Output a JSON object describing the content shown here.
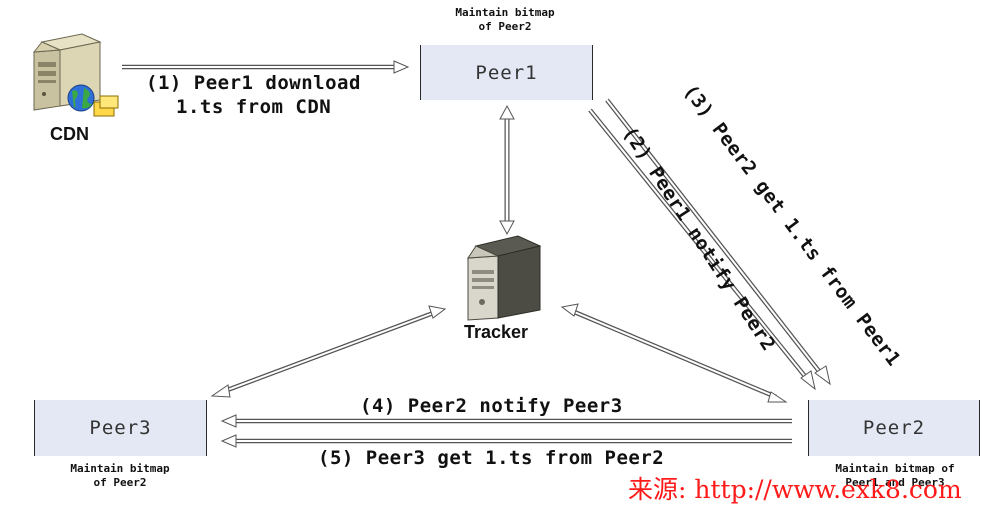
{
  "cdn": {
    "label": "CDN"
  },
  "tracker": {
    "label": "Tracker"
  },
  "peer1": {
    "label": "Peer1",
    "note_line1": "Maintain bitmap",
    "note_line2": "of Peer2"
  },
  "peer2": {
    "label": "Peer2",
    "note_line1": "Maintain bitmap of",
    "note_line2": "Peer1 and Peer3"
  },
  "peer3": {
    "label": "Peer3",
    "note_line1": "Maintain bitmap",
    "note_line2": "of Peer2"
  },
  "steps": {
    "s1_line1": "(1) Peer1 download",
    "s1_line2": "1.ts from CDN",
    "s2": "(2) Peer1 notify Peer2",
    "s3": "(3) Peer2 get 1.ts from Peer1",
    "s4": "(4) Peer2 notify Peer3",
    "s5": "(5) Peer3 get 1.ts from Peer2"
  },
  "watermark": {
    "text": "来源: http://www.exk8.com"
  },
  "colors": {
    "node_fill": "#e3e8f4",
    "arrow_fill": "#ffffff",
    "arrow_stroke": "#555555",
    "watermark": "#ff1a1a"
  },
  "icons": {
    "cdn": "server-globe-icon",
    "tracker": "server-icon"
  }
}
